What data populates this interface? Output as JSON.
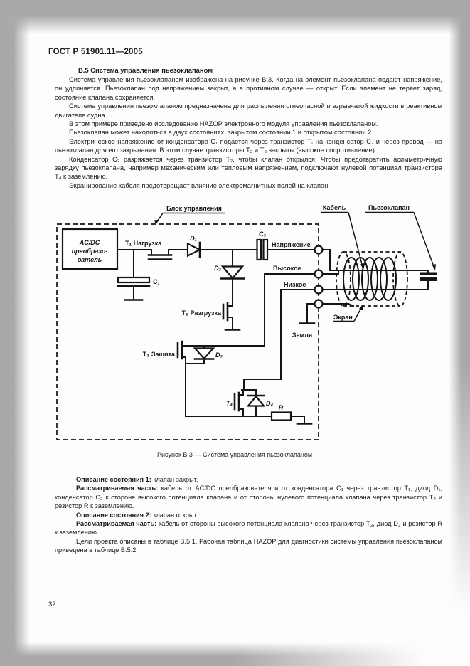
{
  "colors": {
    "page_bg": "#fdfdfd",
    "scan_border": "#a9a9a9",
    "ink": "#1a1a1a"
  },
  "page": {
    "header": "ГОСТ Р 51901.11—2005",
    "page_number": "32"
  },
  "section": {
    "heading": "В.5  Система управления пьезоклапаном",
    "paragraphs": [
      "Система управления пьезоклапаном изображена на рисунке В.3. Когда на элемент пьезоклапана подают напряжение, он удлиняется. Пьезоклапан под напряжением закрыт, а в противном случае — открыт. Если элемент не теряет заряд, состояние клапана сохраняется.",
      "Система управления пьезоклапаном предназначена для распыления огнеопасной и взрывчатой жидкости в реактивном двигателе судна.",
      "В этом примере приведено исследование HAZOP электронного модуля управления пьезоклапаном.",
      "Пьезоклапан может находиться в двух состояниях: закрытом состоянии 1 и открытом состоянии 2.",
      "Электрическое напряжение от конденсатора C₁ подается через транзистор T₁ на конденсатор C₂ и через провод — на пьезоклапан для его закрывания. В этом случае транзисторы T₂ и T₃ закрыты (высокое сопротивление).",
      "Конденсатор C₂ разряжается через транзистор T₂, чтобы клапан открылся. Чтобы предотвратить асимметричную зарядку пьезоклапана, например механическим или тепловым напряжением, подключают нулевой потенциал транзистора T₄ к заземлению.",
      "Экранирование кабеля предотвращает влияние электромагнитных полей на клапан."
    ]
  },
  "figure": {
    "caption": "Рисунок В.3 — Система управления пьезоклапаном",
    "labels": {
      "block": "Блок управления",
      "cable": "Кабель",
      "valve": "Пьезоклапан",
      "acdc_line1": "AC/DC",
      "acdc_line2": "преобразо-",
      "acdc_line3": "ватель",
      "t1": "T₁ Нагрузка",
      "d1": "D₁",
      "c1": "C₁",
      "c2": "C₂",
      "d2": "D₂",
      "t2": "T₂ Разгрузка",
      "t3": "T₃ Защита",
      "d3": "D₃",
      "t4": "T₄",
      "d4": "D₄",
      "r": "R",
      "voltage": "Напряжение",
      "high": "Высокое",
      "low": "Низкое",
      "ground": "Земля",
      "shield": "Экран"
    }
  },
  "notes": [
    {
      "lead": "Описание состояния 1:",
      "text": " клапан закрыт."
    },
    {
      "lead": "Рассматриваемая часть:",
      "text": " кабель от AC/DC  преобразователя и от конденсатора C₁ через транзистор T₁, диод D₁, конденсатор C₂ к стороне высокого потенциала клапана и от стороны нулевого потенциала клапана через транзистор T₄ и резистор R к заземлению."
    },
    {
      "lead": "Описание состояния 2:",
      "text": " клапан открыт."
    },
    {
      "lead": "Рассматриваемая часть:",
      "text": " кабель от стороны высокого потенциала клапана через транзистор T₃, диод D₃ и резистор R к заземлению."
    },
    {
      "lead": "",
      "text": "Цели проекта описаны в таблице В.5.1. Рабочая таблица HAZOP для диагностики системы управления пьезоклапаном приведена в таблице В.5.2."
    }
  ]
}
